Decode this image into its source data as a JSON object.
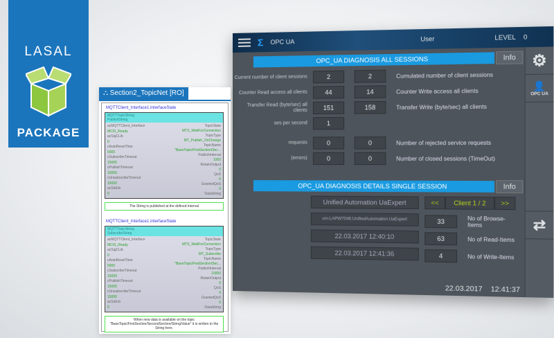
{
  "logo": {
    "top": "LASAL",
    "bottom": "PACKAGE"
  },
  "hmi": {
    "title": "OPC UA",
    "user": "User",
    "level_label": "LEVEL",
    "level_value": "0",
    "all_sessions": {
      "title": "OPC_UA DIAGNOSIS ALL SESSIONS",
      "info": "Info",
      "rows": [
        {
          "left_label": "Current number of client sessions",
          "v1": "2",
          "v2": "2",
          "right_label": "Cumulated number of client sessions"
        },
        {
          "left_label": "Counter Read access all clients",
          "v1": "44",
          "v2": "14",
          "right_label": "Counter Write access all clients"
        },
        {
          "left_label": "Transfer Read (byte/sec) all clients",
          "v1": "151",
          "v2": "158",
          "right_label": "Transfer Write (byte/sec) all clients"
        },
        {
          "left_label": "ses per second",
          "v1": "1",
          "v2": "",
          "right_label": ""
        },
        {
          "left_label": "requests",
          "v1": "0",
          "v2": "0",
          "right_label": "Number of rejected service requests"
        },
        {
          "left_label": "(errors)",
          "v1": "0",
          "v2": "0",
          "right_label": "Number of closed sessions (TimeOut)"
        }
      ]
    },
    "single": {
      "title": "OPC_UA DIAGNOSIS DETAILS SINGLE SESSION",
      "info": "Info",
      "app_name": "Unified Automation UaExpert",
      "app_uri": "urn:LAPW7046:UnifiedAutomation:UaExpert",
      "start_time": "22.03.2017 12:40:10",
      "last_time": "22.03.2017 12:41:36",
      "prev": "<<",
      "client": "Client 1 / 2",
      "next": ">>",
      "items": [
        {
          "value": "33",
          "label": "No of Browse-Items"
        },
        {
          "value": "63",
          "label": "No of Read-Items"
        },
        {
          "value": "4",
          "label": "No of Write-Items"
        }
      ]
    },
    "side": {
      "opc_label": "OPC UA"
    },
    "date": "22.03.2017",
    "time": "12:41:37"
  },
  "net": {
    "tab": "Section2_TopicNet [RO]",
    "blocks": [
      {
        "input_label": "MQTTClient_Interface1.InterfaceState",
        "title": "MQTTTopicString",
        "subtitle": "PublishString",
        "inputs": [
          "acMQTTClient_Interface",
          "MCIS_Ready",
          "acSigCLib",
          "0",
          "cAutoResetTime",
          "5000",
          "cSubscribeTimeout",
          "15000",
          "cPublishTimeout",
          "15000",
          "cUnsubscribeTimeout",
          "15000",
          "acSidLib",
          "0"
        ],
        "outputs": [
          "TopicState",
          "MTS_WaitForConnection",
          "TopicType",
          "MT_Publish_OnChange",
          "TopicName",
          "\"BaseTopic/FirstSection/Sec...",
          "PublishInterval",
          "1000",
          "RetainOutput",
          "0",
          "QoS",
          "0",
          "GrantedQoS",
          "0",
          "DataString"
        ]
      },
      {
        "input_label": "MQTTClient_Interface1.InterfaceState",
        "title": "MQTTTopicString",
        "subtitle": "SubscribeString",
        "inputs": [
          "acMQTTClient_Interface",
          "MCIS_Ready",
          "acSigCLib",
          "0",
          "cAutoResetTime",
          "5000",
          "cSubscribeTimeout",
          "15000",
          "cPublishTimeout",
          "15000",
          "cUnsubscribeTimeout",
          "15000",
          "acSidLib",
          "0"
        ],
        "outputs": [
          "TopicState",
          "MTS_WaitForConnection",
          "TopicType",
          "MT_Subscribe",
          "TopicName",
          "\"BaseTopic/FirstSection/Sec...",
          "PublishInterval",
          "10000",
          "RetainOutput",
          "0",
          "QoS",
          "0",
          "GrantedQoS",
          "0",
          "DataString"
        ]
      }
    ],
    "note1": "The String is published at the defined interval",
    "note2": "When new data is available on the topic \"BaseTopic/FirstSection/SecondSection/String/Value\" it is written to the String here."
  }
}
